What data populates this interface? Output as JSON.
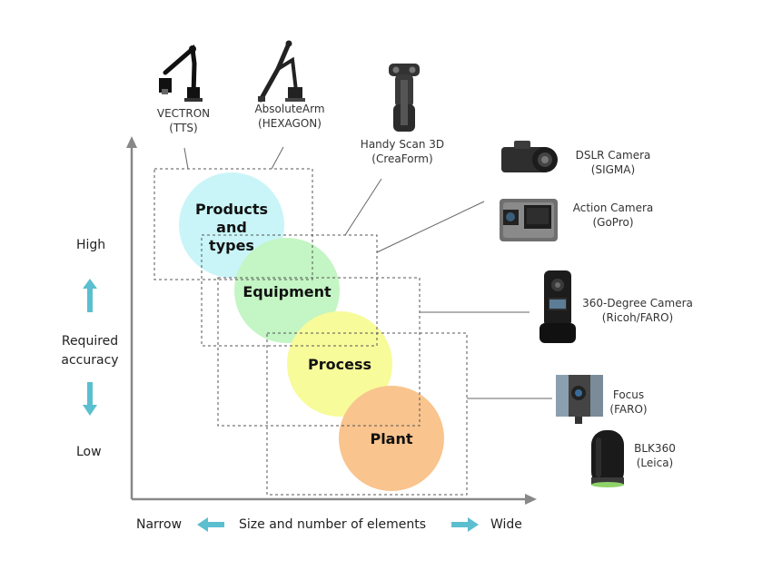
{
  "y_axis": {
    "high": "High",
    "low": "Low",
    "label_line1": "Required",
    "label_line2": "accuracy"
  },
  "x_axis": {
    "narrow": "Narrow",
    "label": "Size and number of elements",
    "wide": "Wide"
  },
  "circles": {
    "products": {
      "line1": "Products",
      "line2": "and",
      "line3": "types",
      "color": "#c9f5f8"
    },
    "equipment": {
      "label": "Equipment",
      "color": "#c4f5c4"
    },
    "process": {
      "label": "Process",
      "color": "#f7fb9a"
    },
    "plant": {
      "label": "Plant",
      "color": "#f9c48e"
    }
  },
  "devices": {
    "vectron": {
      "name": "VECTRON",
      "maker": "(TTS)",
      "icon": "articulated-arm-icon"
    },
    "absolutearm": {
      "name": "AbsoluteArm",
      "maker": "(HEXAGON)",
      "icon": "articulated-arm-icon"
    },
    "handyscan": {
      "name": "Handy Scan 3D",
      "maker": "(CreaForm)",
      "icon": "handheld-scanner-icon"
    },
    "dslr": {
      "name": "DSLR Camera",
      "maker": "(SIGMA)",
      "icon": "dslr-camera-icon"
    },
    "action": {
      "name": "Action Camera",
      "maker": "(GoPro)",
      "icon": "action-camera-icon"
    },
    "cam360": {
      "name": "360-Degree Camera",
      "maker": "(Ricoh/FARO)",
      "icon": "360-camera-icon"
    },
    "focus": {
      "name": "Focus",
      "maker": "(FARO)",
      "icon": "laser-scanner-icon"
    },
    "blk360": {
      "name": "BLK360",
      "maker": "(Leica)",
      "icon": "laser-scanner-icon"
    }
  },
  "colors": {
    "arrow": "#5bbfcf",
    "axis": "#888888",
    "dashed": "#555555"
  }
}
